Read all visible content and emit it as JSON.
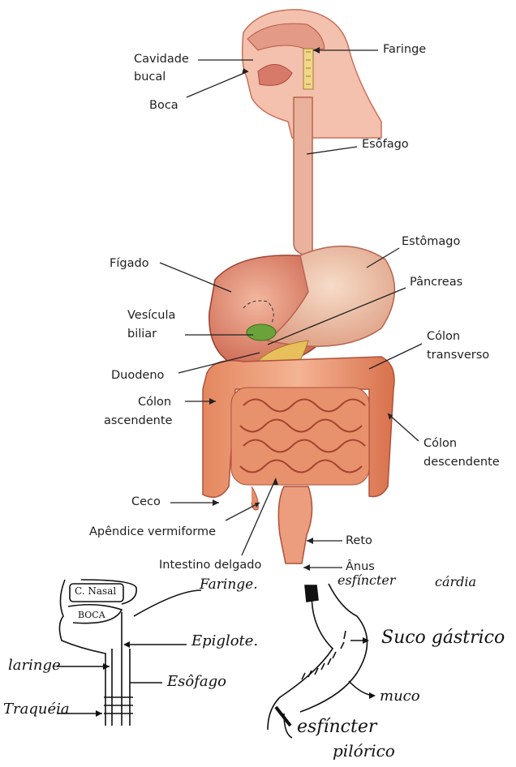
{
  "top_diagram": {
    "labels": {
      "cavidade_bucal_1": "Cavidade",
      "cavidade_bucal_2": "bucal",
      "boca": "Boca",
      "faringe": "Faringe",
      "esofago": "Esôfago",
      "estomago": "Estômago",
      "figado": "Fígado",
      "pancreas": "Pâncreas",
      "vesicula_1": "Vesícula",
      "vesicula_2": "biliar",
      "colon_transverso_1": "Cólon",
      "colon_transverso_2": "transverso",
      "duodeno": "Duodeno",
      "colon_ascendente_1": "Cólon",
      "colon_ascendente_2": "ascendente",
      "colon_descendente_1": "Cólon",
      "colon_descendente_2": "descendente",
      "ceco": "Ceco",
      "apendice": "Apêndice vermiforme",
      "reto": "Reto",
      "intestino_delgado": "Intestino delgado",
      "anus": "Ânus"
    }
  },
  "sketch_left": {
    "labels": {
      "nasal": "C. Nasal",
      "boca": "BOCA",
      "faringe": "Faringe.",
      "epiglote": "Epiglote.",
      "laringe": "laringe",
      "esofago": "Esôfago",
      "traqueia": "Traquéia"
    }
  },
  "sketch_right": {
    "labels": {
      "esfincter_top": "esfíncter",
      "esfincter_top_2": "cárdia",
      "suco": "Suco gástrico",
      "muco": "muco",
      "esfincter_bottom_1": "esfíncter",
      "esfincter_bottom_2": "pilórico"
    }
  }
}
